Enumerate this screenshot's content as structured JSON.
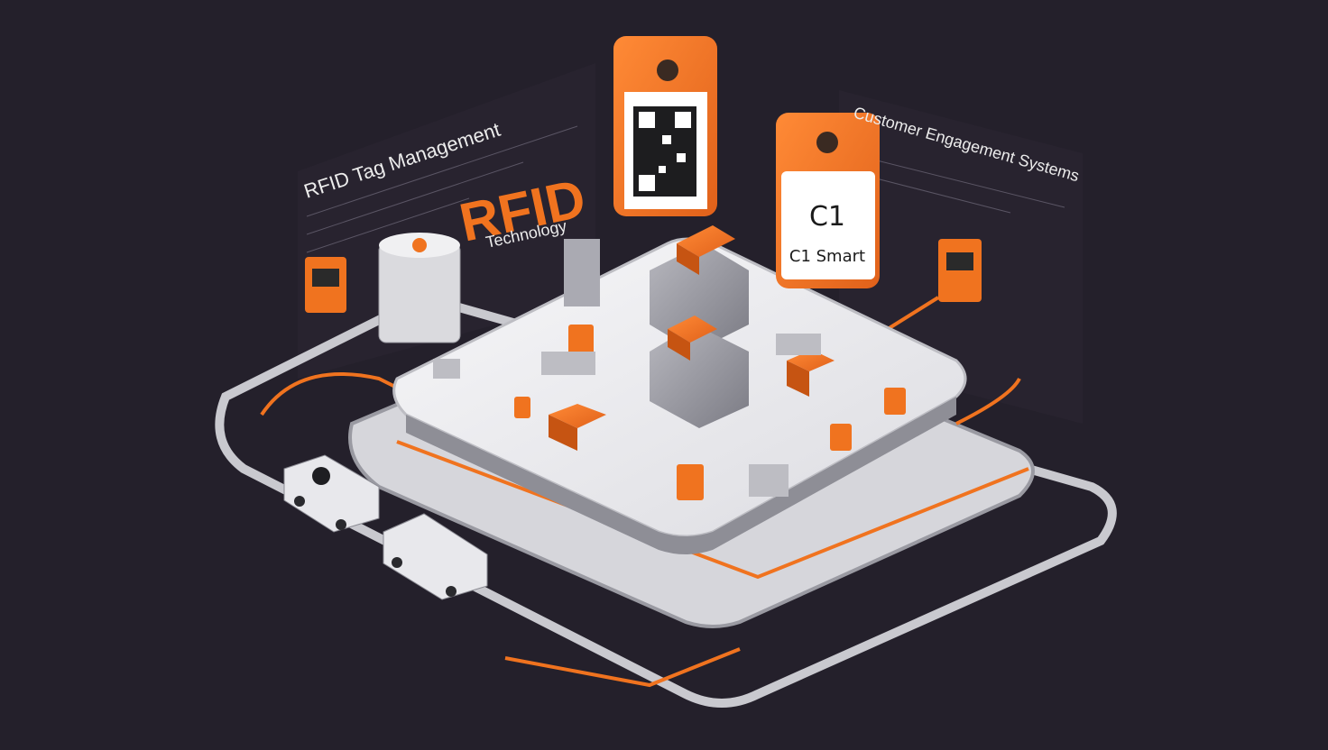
{
  "headings": {
    "rfid_tag_management": "RFID Tag Management",
    "customer_engagement_systems": "Customer Engagement Systems"
  },
  "brand": {
    "rfid": "RFID",
    "technology": "Technology"
  },
  "cards": {
    "c1_big": "C1",
    "c1_smart": "C1 Smart"
  },
  "colors": {
    "background": "#24202b",
    "accent": "#f0731f",
    "platform": "#e9e9ec",
    "tray": "#c9c9cf"
  },
  "icons": [
    "qr-code-tag-icon",
    "c1-smart-tag-icon",
    "rfid-reader-icon",
    "server-stack-icon",
    "delivery-truck-icon",
    "warehouse-building-icon",
    "package-box-icon",
    "conveyor-belt-icon"
  ]
}
